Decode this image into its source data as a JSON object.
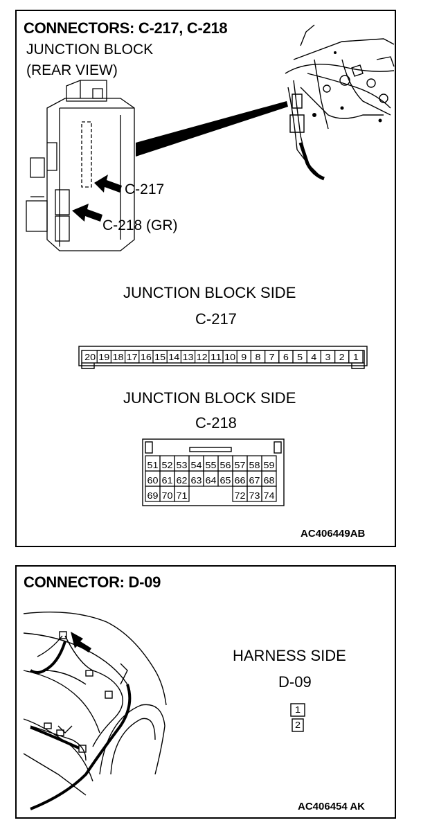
{
  "connectors_c217_c218": {
    "title": "CONNECTORS: C-217, C-218",
    "component_line1": "JUNCTION BLOCK",
    "component_line2": "(REAR VIEW)",
    "callout_c217": "C-217",
    "callout_c218": "C-218 (GR)",
    "side_label_1": "JUNCTION BLOCK SIDE",
    "connector_1": "C-217",
    "c217_pins": [
      "20",
      "19",
      "18",
      "17",
      "16",
      "15",
      "14",
      "13",
      "12",
      "11",
      "10",
      "9",
      "8",
      "7",
      "6",
      "5",
      "4",
      "3",
      "2",
      "1"
    ],
    "side_label_2": "JUNCTION BLOCK SIDE",
    "connector_2": "C-218",
    "c218_rows": [
      [
        "51",
        "52",
        "53",
        "54",
        "55",
        "56",
        "57",
        "58",
        "59"
      ],
      [
        "60",
        "61",
        "62",
        "63",
        "64",
        "65",
        "66",
        "67",
        "68"
      ],
      [
        "69",
        "70",
        "71",
        "",
        "",
        "",
        "72",
        "73",
        "74"
      ]
    ],
    "figure_code": "AC406449AB"
  },
  "connector_d09": {
    "title": "CONNECTOR: D-09",
    "side_label": "HARNESS SIDE",
    "connector": "D-09",
    "pins": [
      "1",
      "2"
    ],
    "figure_code": "AC406454 AK"
  }
}
